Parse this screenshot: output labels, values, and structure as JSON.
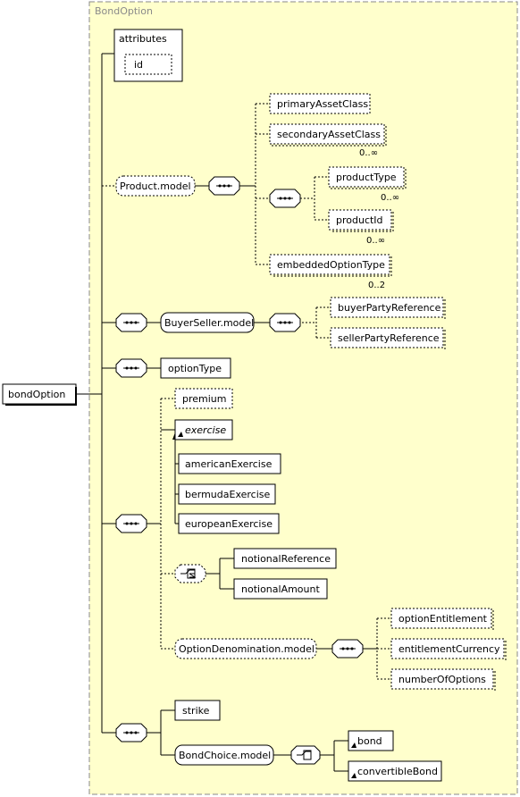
{
  "diagram": {
    "group_title": "BondOption",
    "root": "bondOption",
    "attributes": {
      "label": "attributes",
      "id": "id"
    },
    "product_model": {
      "label": "Product.model",
      "primary_asset_class": "primaryAssetClass",
      "secondary_asset_class": "secondaryAssetClass",
      "secondary_occ": "0..∞",
      "product_type": "productType",
      "product_type_occ": "0..∞",
      "product_id": "productId",
      "product_id_occ": "0..∞",
      "embedded_option_type": "embeddedOptionType",
      "embedded_occ": "0..2"
    },
    "buyer_seller_model": {
      "label": "BuyerSeller.model",
      "buyer": "buyerPartyReference",
      "seller": "sellerPartyReference"
    },
    "option_type": "optionType",
    "premium": "premium",
    "exercise": {
      "label": "exercise",
      "american": "americanExercise",
      "bermuda": "bermudaExercise",
      "european": "europeanExercise"
    },
    "notional": {
      "reference": "notionalReference",
      "amount": "notionalAmount"
    },
    "option_denomination_model": {
      "label": "OptionDenomination.model",
      "entitlement": "optionEntitlement",
      "currency": "entitlementCurrency",
      "number": "numberOfOptions"
    },
    "strike": "strike",
    "bond_choice_model": {
      "label": "BondChoice.model",
      "bond": "bond",
      "convertible": "convertibleBond"
    }
  }
}
